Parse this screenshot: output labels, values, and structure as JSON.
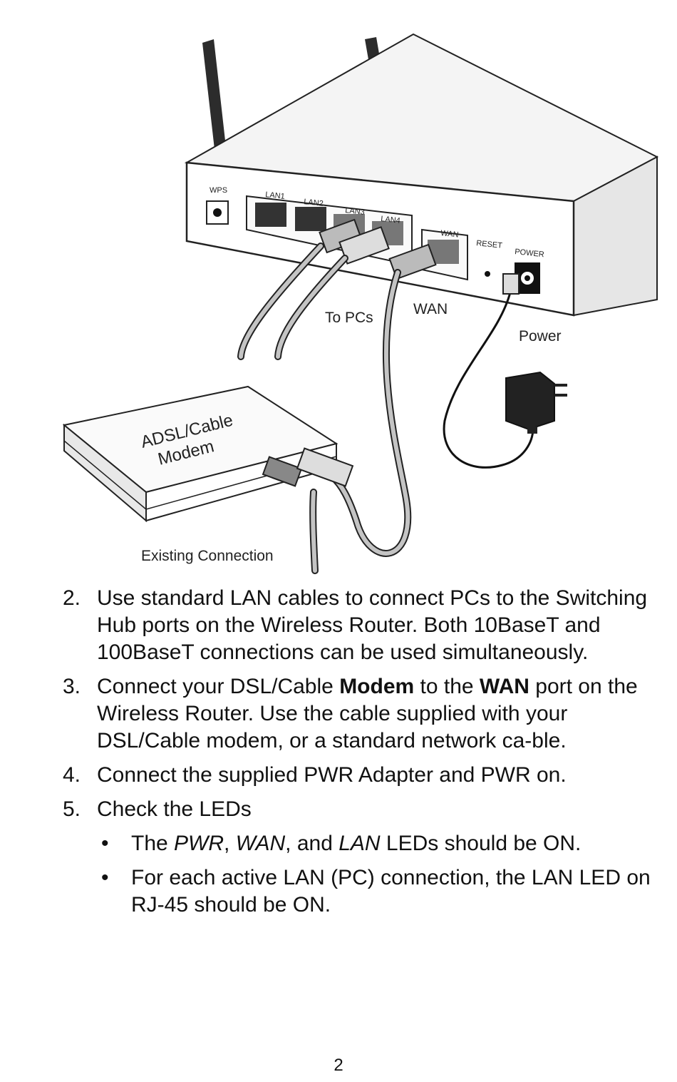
{
  "figure": {
    "port_labels": {
      "wps": "WPS",
      "lan1": "LAN1",
      "lan2": "LAN2",
      "lan3": "LAN3",
      "lan4": "LAN4",
      "wan": "WAN",
      "reset": "RESET",
      "power": "POWER"
    },
    "callouts": {
      "to_pcs": "To PCs",
      "wan": "WAN",
      "power": "Power",
      "modem_line1": "ADSL/Cable",
      "modem_line2": "Modem",
      "existing": "Existing Connection"
    }
  },
  "steps": [
    {
      "number": "2.",
      "text": "Use standard LAN cables to connect PCs to the Switching Hub ports on the Wireless Router. Both 10BaseT and 100BaseT connections can be used simultaneously."
    },
    {
      "number": "3.",
      "t1": "Connect your DSL/Cable ",
      "b1": "Modem",
      "t2": " to the ",
      "b2": "WAN",
      "t3": " port on the Wireless Router. Use the cable supplied with your DSL/Cable modem, or a standard network ca-ble."
    },
    {
      "number": "4.",
      "text": "Connect the supplied PWR Adapter and PWR on."
    },
    {
      "number": "5.",
      "text": "Check the LEDs",
      "bullets": [
        {
          "glyph": "•",
          "t0": "The ",
          "i1": "PWR",
          "t1": ", ",
          "i2": "WAN",
          "t2": ", and ",
          "i3": "LAN",
          "t3": " LEDs should be ON."
        },
        {
          "glyph": "•",
          "text": "For each active LAN (PC) connection, the LAN LED on RJ-45 should be ON."
        }
      ]
    }
  ],
  "page_number": "2"
}
